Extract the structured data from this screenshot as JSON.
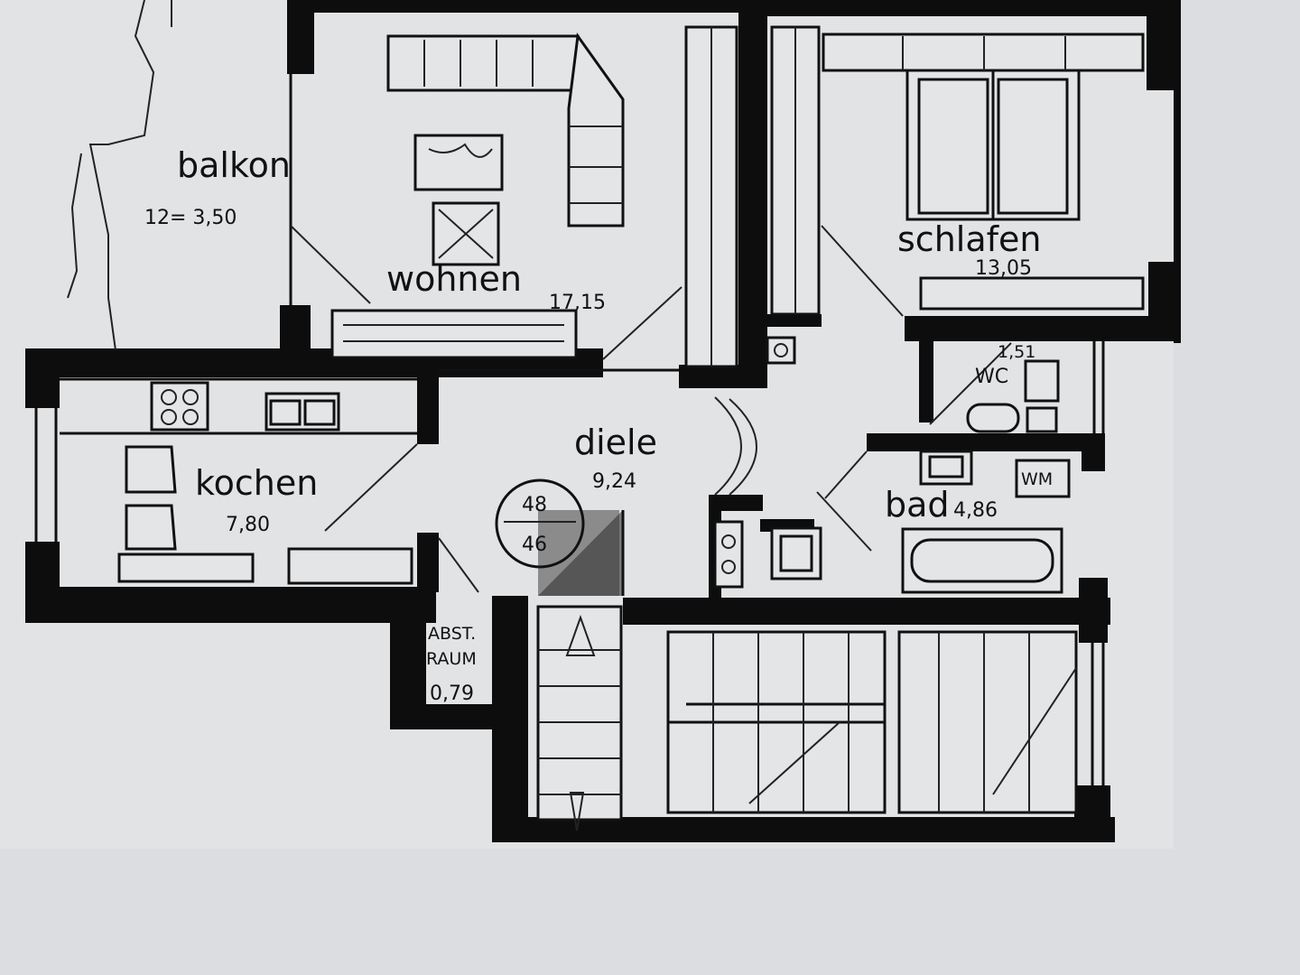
{
  "rooms": {
    "balkon": {
      "name": "balkon",
      "area": "12= 3,50"
    },
    "wohnen": {
      "name": "wohnen",
      "area": "17,15"
    },
    "schlafen": {
      "name": "schlafen",
      "area": "13,05"
    },
    "kochen": {
      "name": "kochen",
      "area": "7,80"
    },
    "diele": {
      "name": "diele",
      "area": "9,24"
    },
    "wc": {
      "name": "WC",
      "area": "1,51"
    },
    "bad": {
      "name": "bad",
      "area": "4,86"
    },
    "abst": {
      "line1": "ABST.",
      "line2": "RAUM",
      "area": "0,79"
    }
  },
  "fixtures": {
    "washer": "WM"
  },
  "total_area": {
    "top": "48",
    "bottom": "46"
  }
}
